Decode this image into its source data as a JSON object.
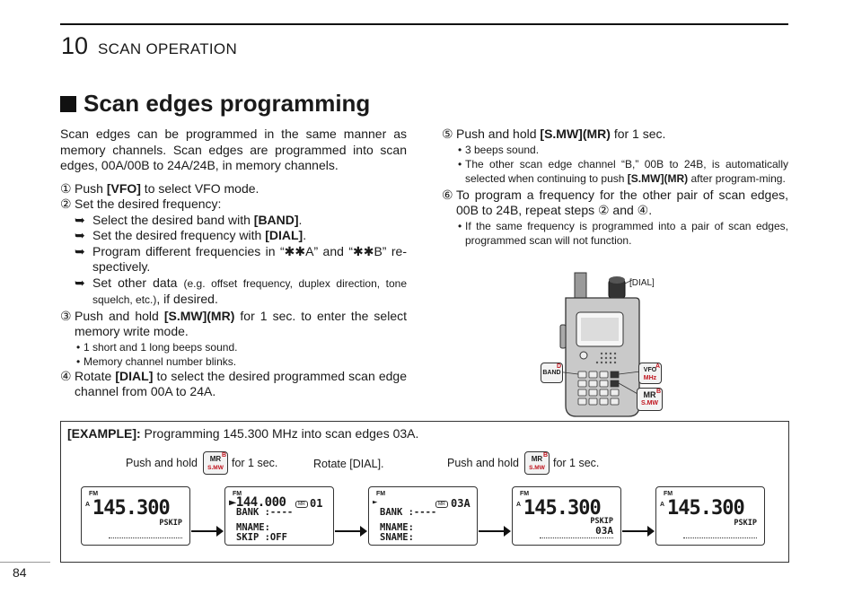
{
  "header": {
    "chapter_number": "10",
    "chapter_title": "SCAN OPERATION"
  },
  "section_title": "Scan edges programming",
  "intro": "Scan edges can be programmed in the same manner as memory channels. Scan edges are programmed into scan edges, 00A/00B to 24A/24B, in memory channels.",
  "steps": {
    "s1": {
      "num": "①",
      "pre": "Push ",
      "key": "[VFO]",
      "post": " to select VFO mode."
    },
    "s2": {
      "num": "②",
      "text": "Set the desired frequency:",
      "subs": [
        {
          "arrow": "➥",
          "pre": "Select the desired band with ",
          "key": "[BAND]",
          "post": "."
        },
        {
          "arrow": "➥",
          "pre": "Set the desired frequency with ",
          "key": "[DIAL]",
          "post": "."
        },
        {
          "arrow": "➥",
          "text": "Program different frequencies  in “✱✱A” and “✱✱B” re-spectively."
        },
        {
          "arrow": "➥",
          "pre": "Set other data ",
          "small": "(e.g. offset frequency, duplex direction, tone squelch, etc.)",
          "post": ", if desired."
        }
      ]
    },
    "s3": {
      "num": "③",
      "pre": "Push and hold ",
      "key": "[S.MW](MR)",
      "post": " for 1 sec. to enter the select memory write mode.",
      "bullets": [
        "1 short and 1 long beeps sound.",
        "Memory channel number blinks."
      ]
    },
    "s4": {
      "num": "④",
      "pre": "Rotate ",
      "key": "[DIAL]",
      "post": " to select the desired programmed scan edge channel from 00A to 24A."
    },
    "s5": {
      "num": "⑤",
      "pre": "Push and hold ",
      "key": "[S.MW](MR)",
      "post": " for 1 sec.",
      "bullet1": "3 beeps sound.",
      "bullet2_pre": "The other scan edge channel “B,” 00B to 24B, is automatically selected when continuing to push ",
      "bullet2_key": "[S.MW](MR)",
      "bullet2_post": " after program-ming."
    },
    "s6": {
      "num": "⑥",
      "text": "To program a frequency for the other pair of scan edges, 00B to 24B, repeat steps ② and ④.",
      "bullet": "If the same frequency is programmed into a pair of scan edges, programmed scan will not function."
    }
  },
  "bullet_char": "•",
  "illustration": {
    "dial_label": "[DIAL]",
    "band_key": {
      "label": "BAND",
      "sup": "D"
    },
    "vfo_key": {
      "label": "VFO",
      "sub": "MHz",
      "sup": "A"
    },
    "mr_key": {
      "label": "MR",
      "sub": "S.MW",
      "sup": "B"
    }
  },
  "example": {
    "label": "[EXAMPLE]:",
    "text": " Programming 145.300 MHz into scan edges 03A.",
    "action1_pre": "Push and hold",
    "action1_post": "for 1 sec.",
    "action2": "Rotate [DIAL].",
    "action3_pre": "Push and hold",
    "action3_post": "for 1 sec.",
    "key": {
      "label": "MR",
      "sub": "S.MW",
      "sup": "B"
    },
    "lcds": [
      {
        "fm": "FM",
        "a": "A",
        "freq": "145.300",
        "right1": "PSKIP"
      },
      {
        "fm": "FM",
        "freq": "►144.000",
        "tag": "MR",
        "ch": "01",
        "l2": "BANK :----",
        "l3": "MNAME:",
        "l4": "SKIP :OFF"
      },
      {
        "fm": "FM",
        "mark": "►",
        "tag": "MR",
        "ch": "03A",
        "l2": "BANK :----",
        "l3": "MNAME:",
        "l4": "SNAME:"
      },
      {
        "fm": "FM",
        "a": "A",
        "freq": "145.300",
        "right1": "PSKIP",
        "right2": "03A"
      },
      {
        "fm": "FM",
        "a": "A",
        "freq": "145.300",
        "right1": "PSKIP"
      }
    ]
  },
  "page_number": "84"
}
